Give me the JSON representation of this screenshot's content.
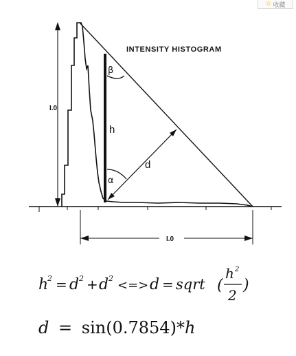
{
  "corner_badge": {
    "icon": "star-icon",
    "label": "收藏"
  },
  "diagram": {
    "title": "INTENSITY HISTOGRAM",
    "left_label": "I.0",
    "bottom_label": "I.0",
    "h_label": "h",
    "d_label": "d",
    "alpha_label": "α",
    "beta_label": "β"
  },
  "formula1": {
    "lhs": "h",
    "exp2": "2",
    "eq": "=",
    "d1": "d",
    "plus": "+",
    "d2": "d",
    "iff": "<=>",
    "d3": "d",
    "eq2": "=",
    "sqrt": "sqrt",
    "open": "(",
    "num": "h",
    "den": "2",
    "close": ")"
  },
  "formula2": {
    "lhs": "d",
    "eq": "=",
    "fn": "sin(0.7854",
    "close": ")",
    "times": "*",
    "rhs": "h"
  },
  "colors": {
    "ink": "#111111",
    "background": "#ffffff"
  }
}
